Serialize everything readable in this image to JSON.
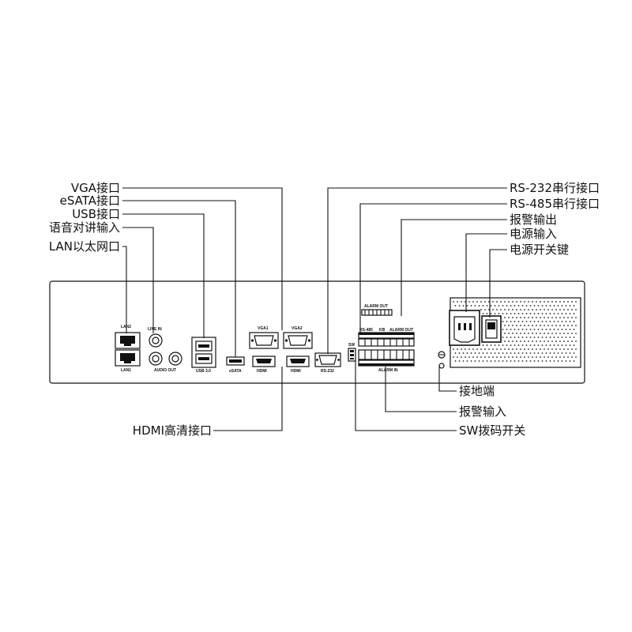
{
  "callouts_left": {
    "vga": "VGA接口",
    "esata": "eSATA接口",
    "usb": "USB接口",
    "audio": "语音对讲输入",
    "lan": "LAN以太网口",
    "hdmi": "HDMI高清接口"
  },
  "callouts_right": {
    "rs232": "RS-232串行接口",
    "rs485": "RS-485串行接口",
    "alarm_out": "报警输出",
    "power_in": "电源输入",
    "power_switch": "电源开关键",
    "ground": "接地端",
    "alarm_in": "报警输入",
    "dip_switch": "SW拨码开关"
  },
  "panel_labels": {
    "lan2": "LAN2",
    "lan1": "LAN1",
    "line_in": "LINE IN",
    "audio_out": "AUDIO OUT",
    "usb3": "USB 3.0",
    "esata": "eSATA",
    "vga1": "VGA1",
    "vga2": "VGA2",
    "hdmi_logo": "HDMI",
    "rs232": "RS-232",
    "alarm_out_top": "ALARM OUT",
    "rs485": "RS-485",
    "kb": "KB",
    "alarm_out": "ALARM OUT",
    "alarm_in": "ALARM IN",
    "sw": "SW"
  }
}
